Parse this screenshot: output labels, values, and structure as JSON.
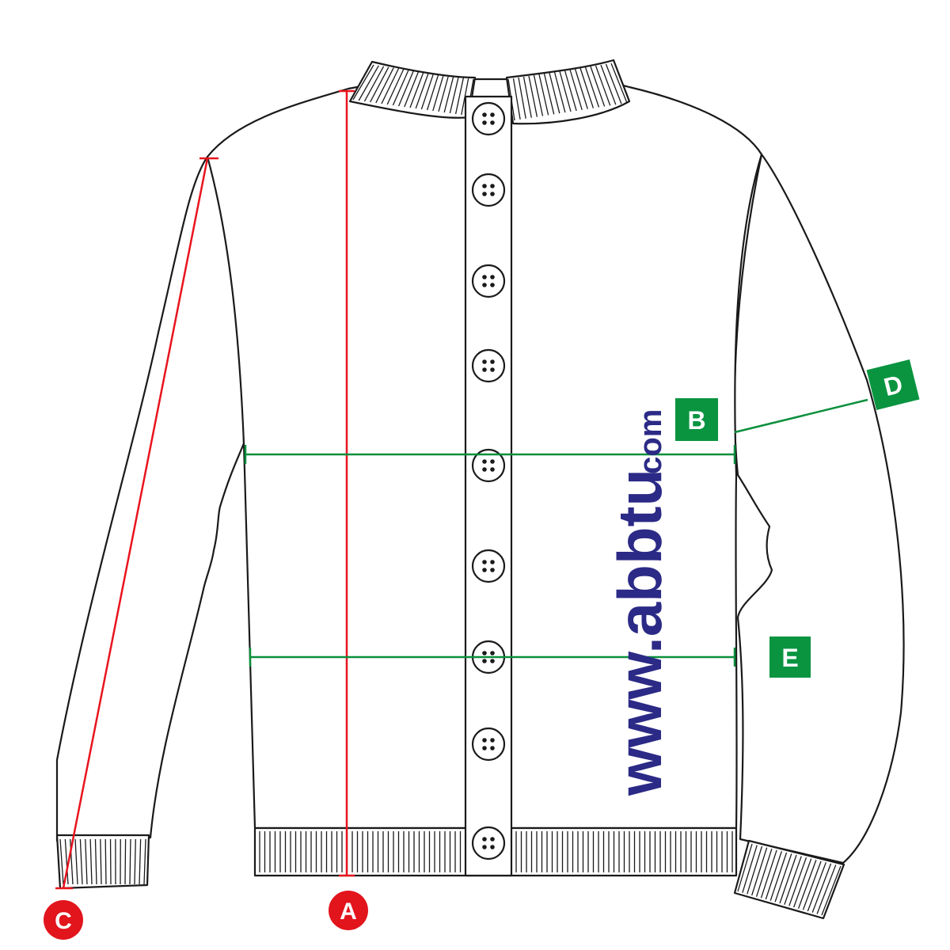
{
  "labels": {
    "a": "A",
    "b": "B",
    "c": "C",
    "d": "D",
    "e": "E"
  },
  "watermark": {
    "main": "www.abbtu",
    "suffix": ".com",
    "color_main": "#2b2a86",
    "color_dot": "#1a1a1a",
    "color_red": "#e2231a"
  },
  "colors": {
    "measure_red": "#e8141e",
    "measure_green": "#0a8f3c",
    "label_red": "#e2141c",
    "label_green": "#0a9440",
    "outline": "#1a1a1a"
  },
  "buttons_count": 9
}
